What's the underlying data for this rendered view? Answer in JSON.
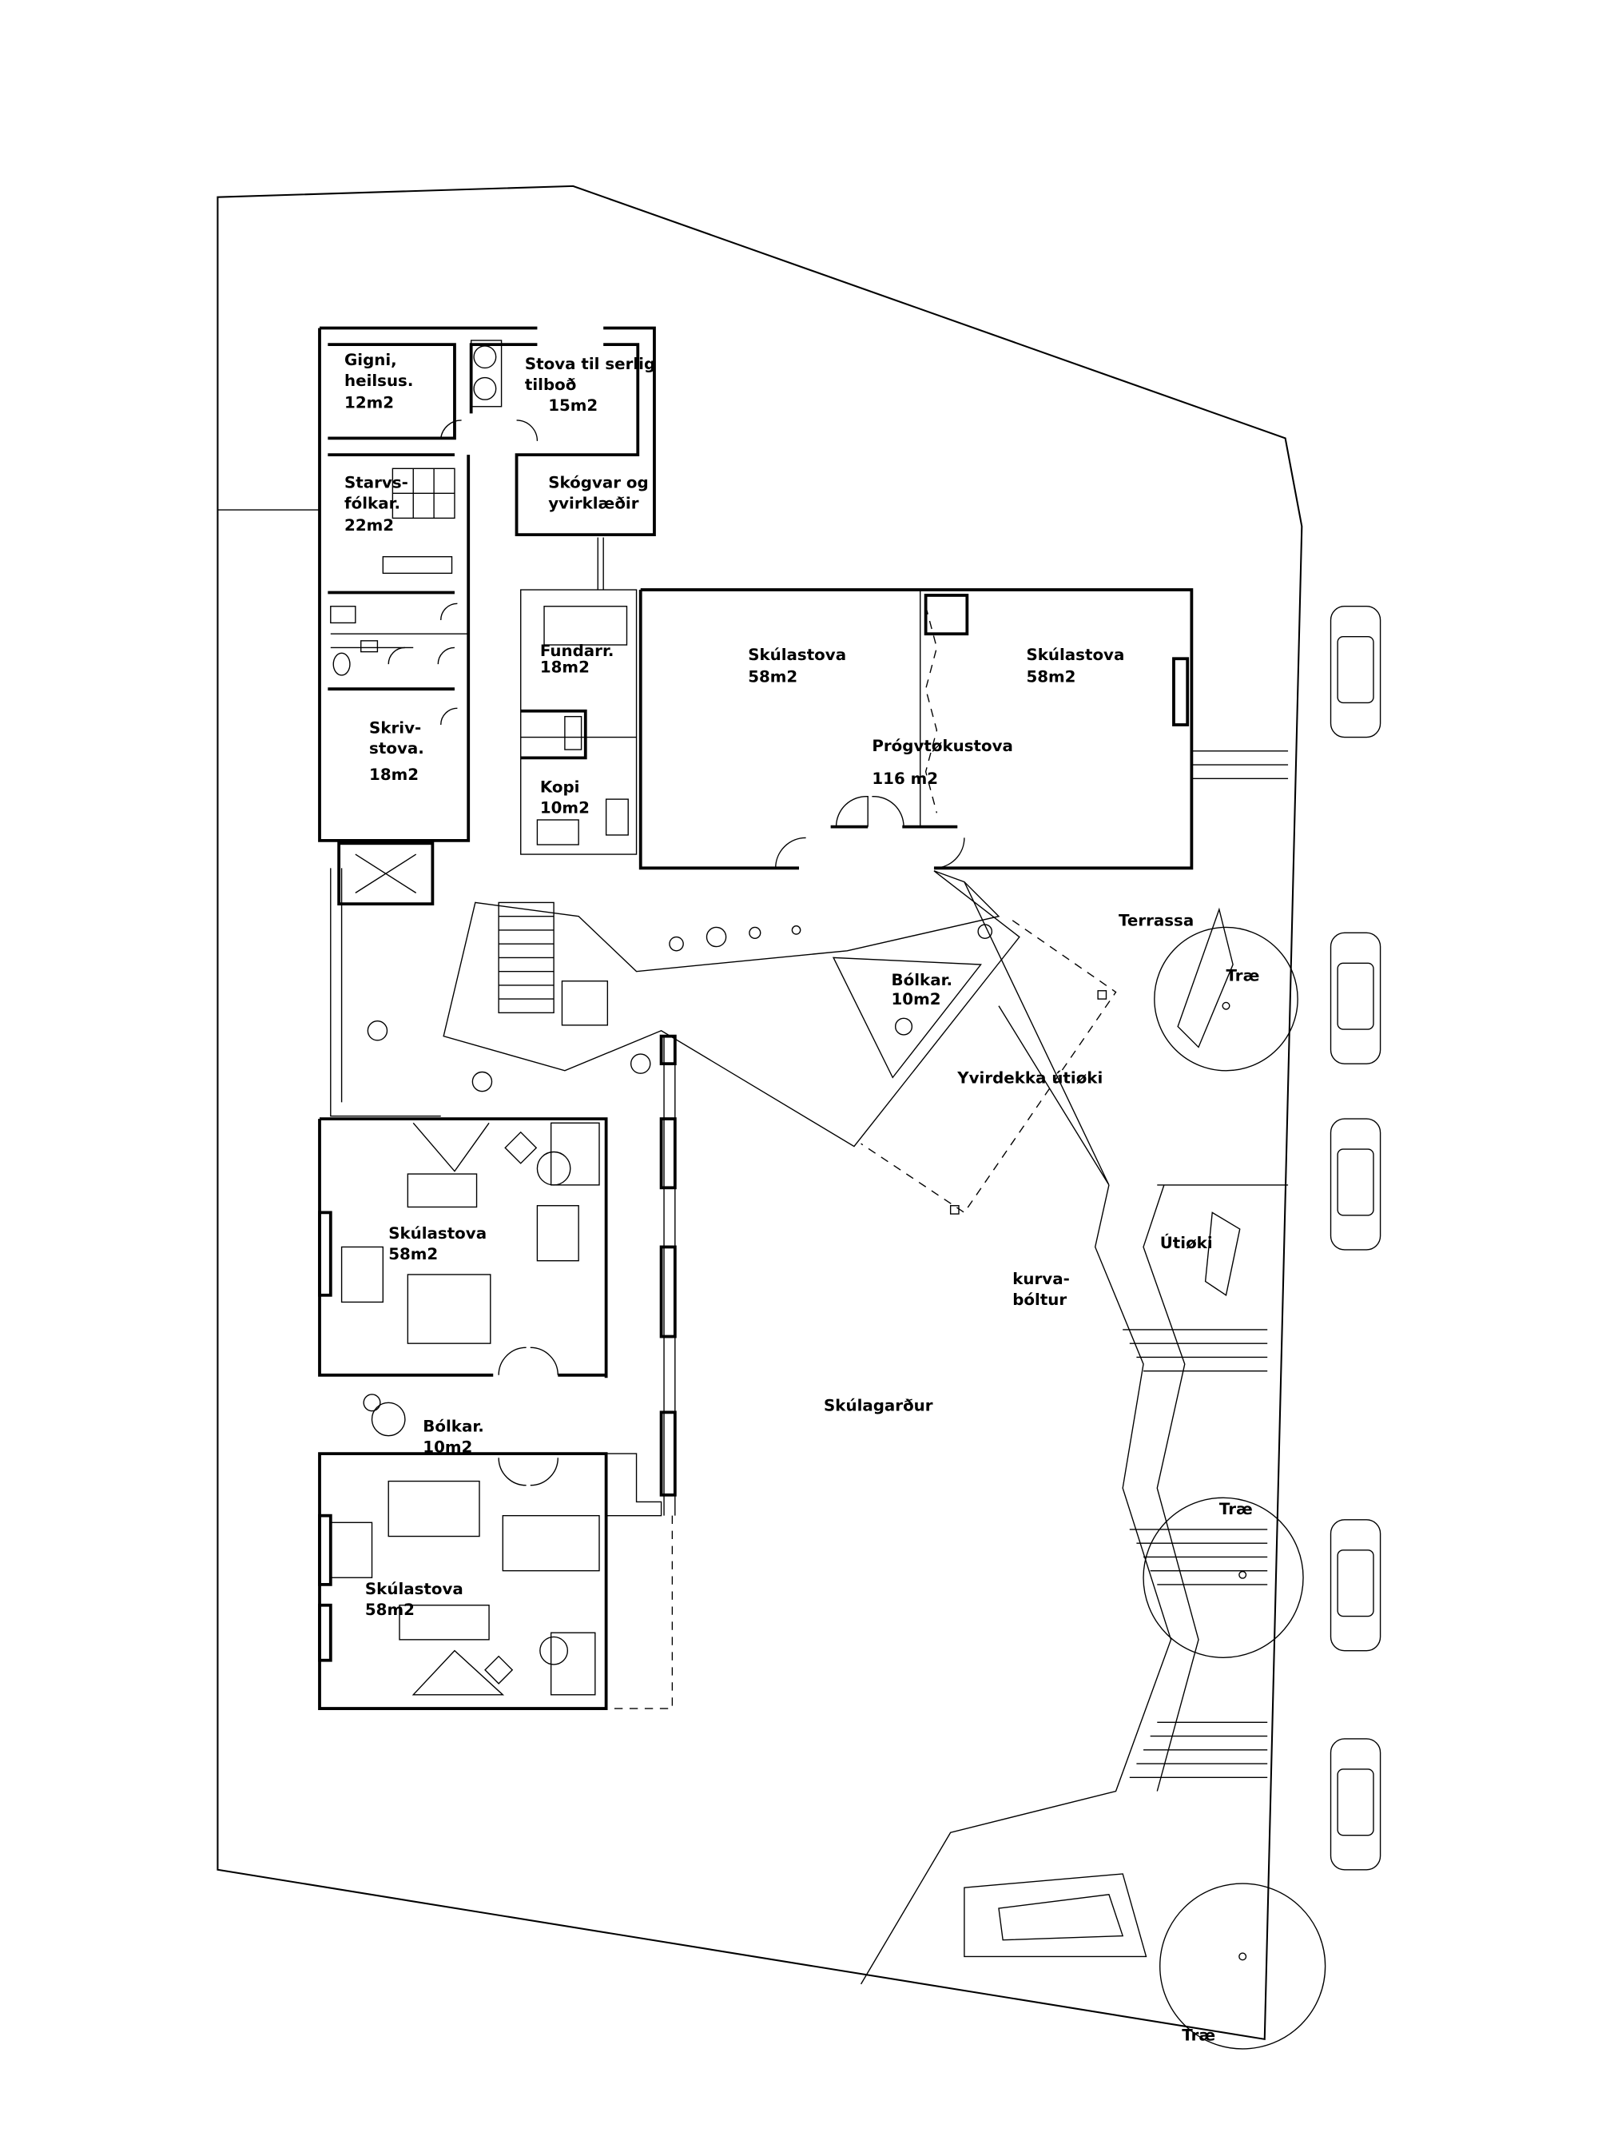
{
  "rooms": {
    "gigni": {
      "l1": "Gigni,",
      "l2": "heilsus.",
      "l3": "12m2"
    },
    "serlig": {
      "l1": "Stova til serlig",
      "l2": "tilboð",
      "l3": "15m2"
    },
    "skogvar": {
      "l1": "Skógvar og",
      "l2": "yvirklæðir"
    },
    "starvs": {
      "l1": "Starvs-",
      "l2": "fólkar.",
      "l3": "22m2"
    },
    "fundarr": {
      "l1": "Fundarr.",
      "l2": "18m2"
    },
    "kopi": {
      "l1": "Kopi",
      "l2": "10m2"
    },
    "skrivstova": {
      "l1": "Skriv-",
      "l2": "stova.",
      "l3": "18m2"
    },
    "skulastova_ne1": {
      "l1": "Skúlastova",
      "l2": "58m2"
    },
    "skulastova_ne2": {
      "l1": "Skúlastova",
      "l2": "58m2"
    },
    "progv": {
      "l1": "Prógvtøkustova",
      "l2": "116 m2"
    },
    "terrassa": "Terrassa",
    "bolkar_n": {
      "l1": "Bólkar.",
      "l2": "10m2"
    },
    "yvirdekka": "Yvirdekka útiøki",
    "utioki": "Útiøki",
    "kurva": {
      "l1": "kurva-",
      "l2": "bóltur"
    },
    "skulagardur": "Skúlagarður",
    "skulastova_w1": {
      "l1": "Skúlastova",
      "l2": "58m2"
    },
    "bolkar_w": {
      "l1": "Bólkar.",
      "l2": "10m2"
    },
    "skulastova_w2": {
      "l1": "Skúlastova",
      "l2": "58m2"
    }
  },
  "trees": [
    "Træ",
    "Træ",
    "Træ"
  ]
}
